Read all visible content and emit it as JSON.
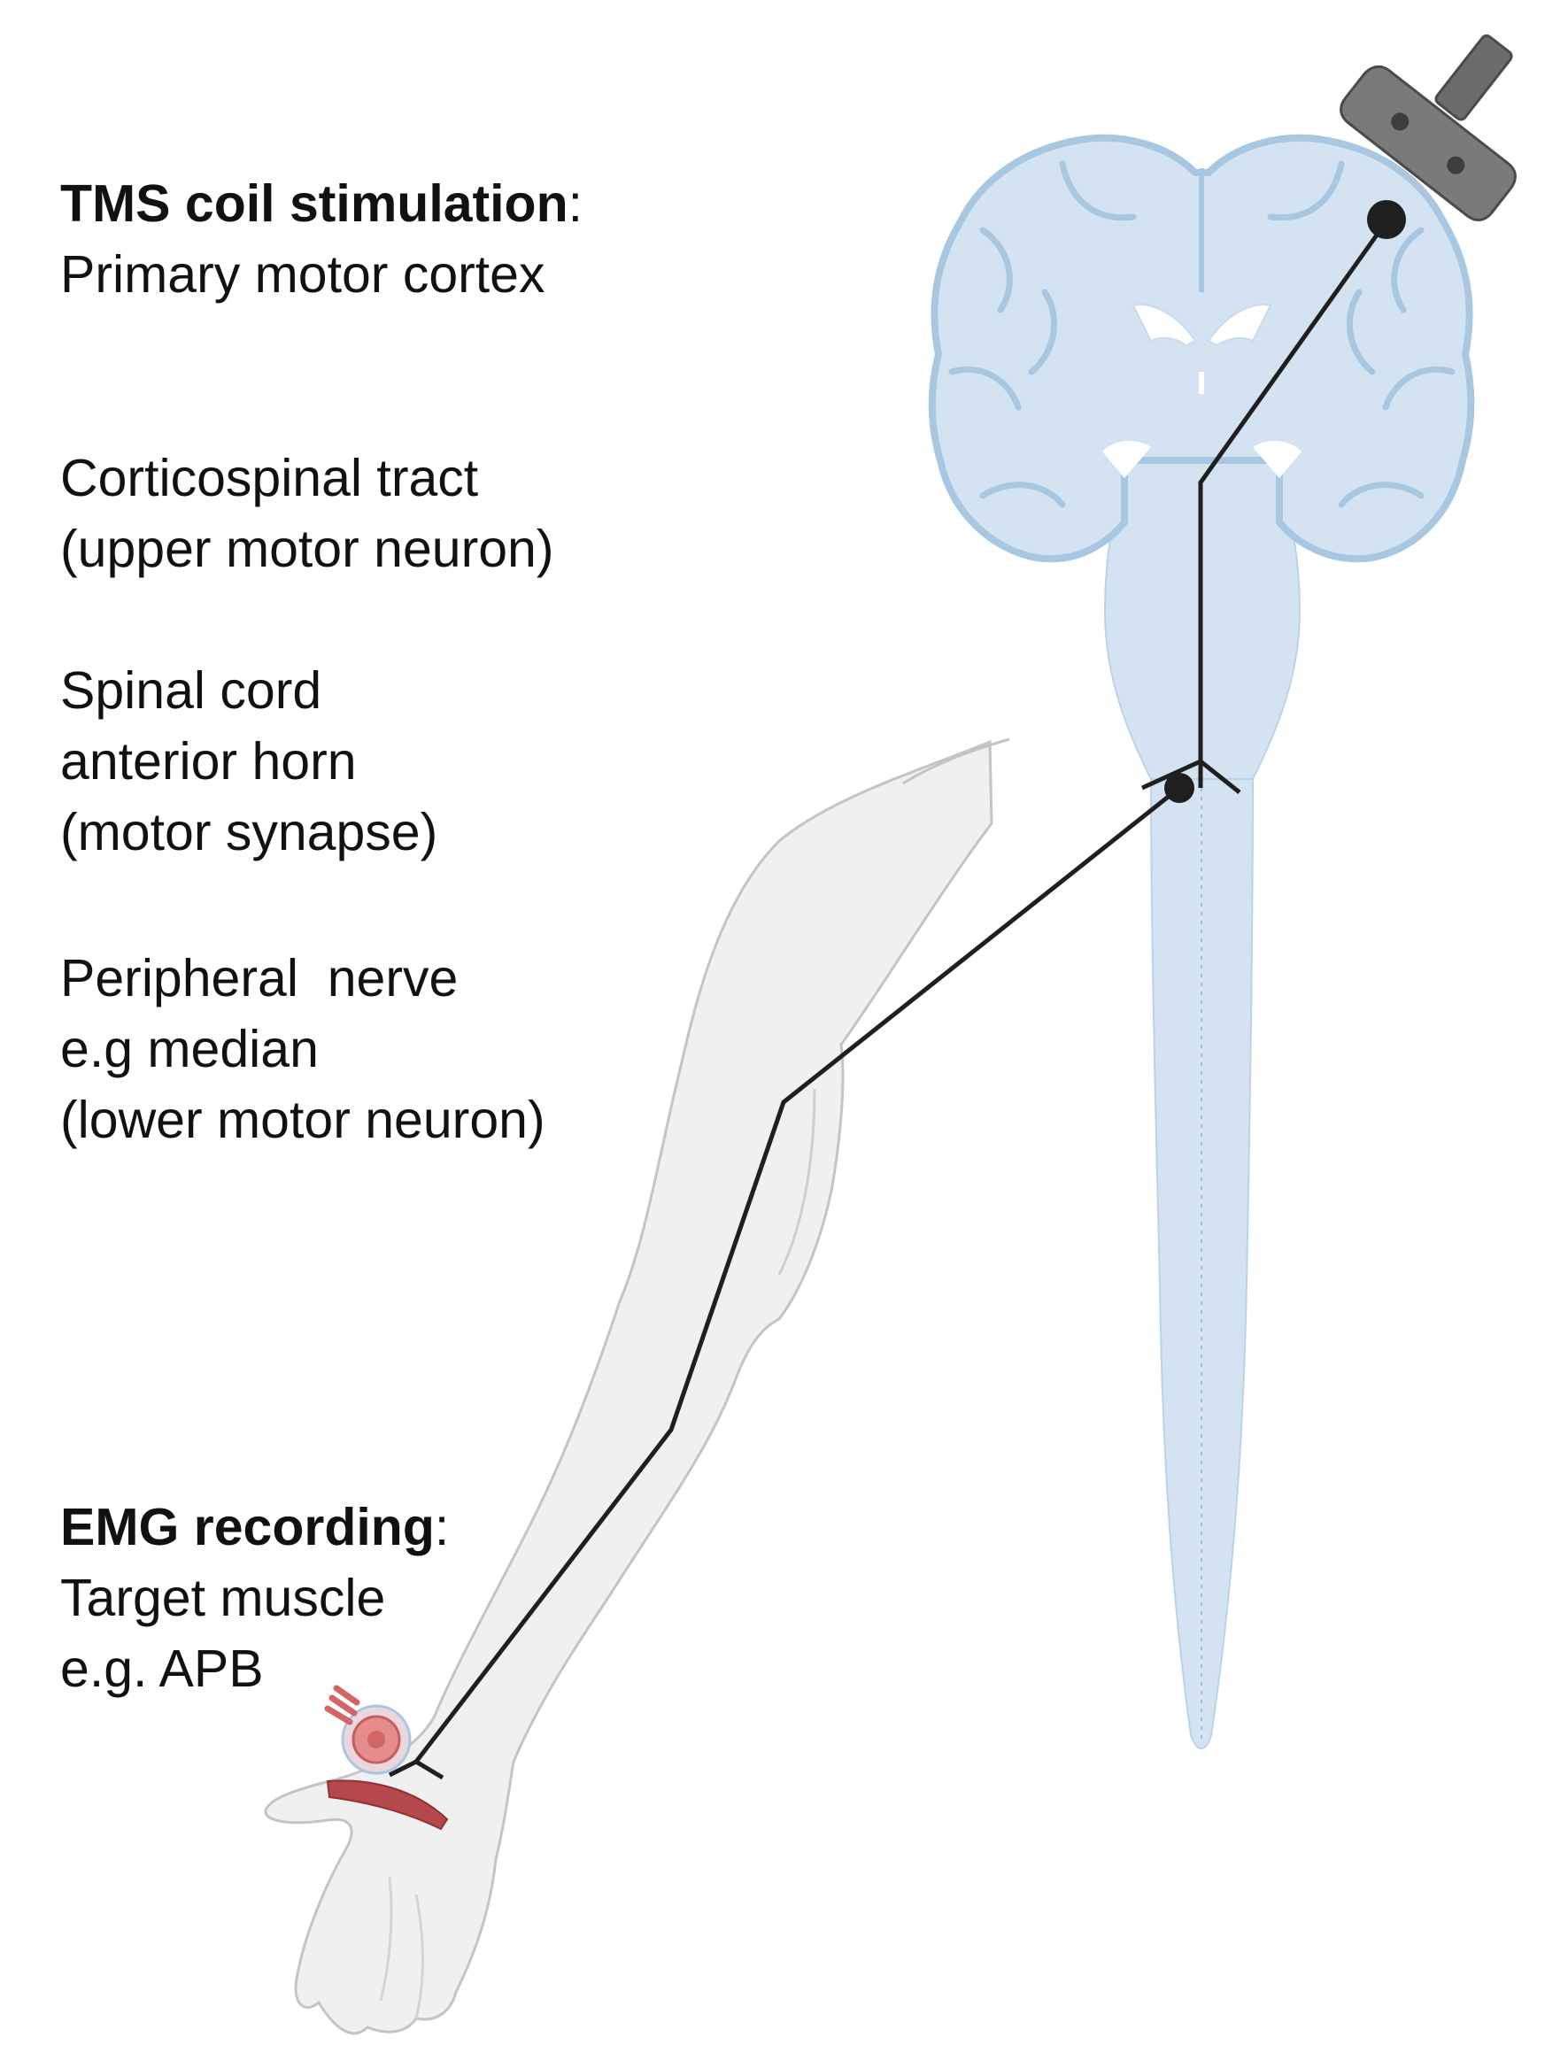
{
  "labels": {
    "tms": {
      "heading": "TMS coil stimulation",
      "colon": ":",
      "detail": "Primary motor cortex"
    },
    "corticospinal": {
      "line1": "Corticospinal tract",
      "line2": "(upper motor neuron)"
    },
    "spinal": {
      "line1": "Spinal cord",
      "line2": "anterior horn",
      "line3": "(motor synapse)"
    },
    "peripheral": {
      "line1": "Peripheral  nerve",
      "line2": "e.g median",
      "line3": "(lower motor neuron)"
    },
    "emg": {
      "heading": "EMG recording",
      "colon": ":",
      "line2": "Target muscle",
      "line3": "e.g. APB"
    }
  },
  "icons": {
    "tms_coil": "tms-coil-icon",
    "brain": "brain-coronal-section-icon",
    "spinal_cord": "spinal-cord-icon",
    "arm": "arm-outline-icon",
    "muscle": "apb-muscle-icon",
    "electrode": "emg-electrode-icon"
  },
  "colors": {
    "brain_fill": "#d3e3f1",
    "brain_outline": "#a9c7e1",
    "arm_fill": "#f0f0f0",
    "arm_outline": "#c4c4c4",
    "pathway": "#1f1f1f",
    "muscle": "#b5484c",
    "electrode": "#e58c8c",
    "coil": "#6b6b6b"
  }
}
